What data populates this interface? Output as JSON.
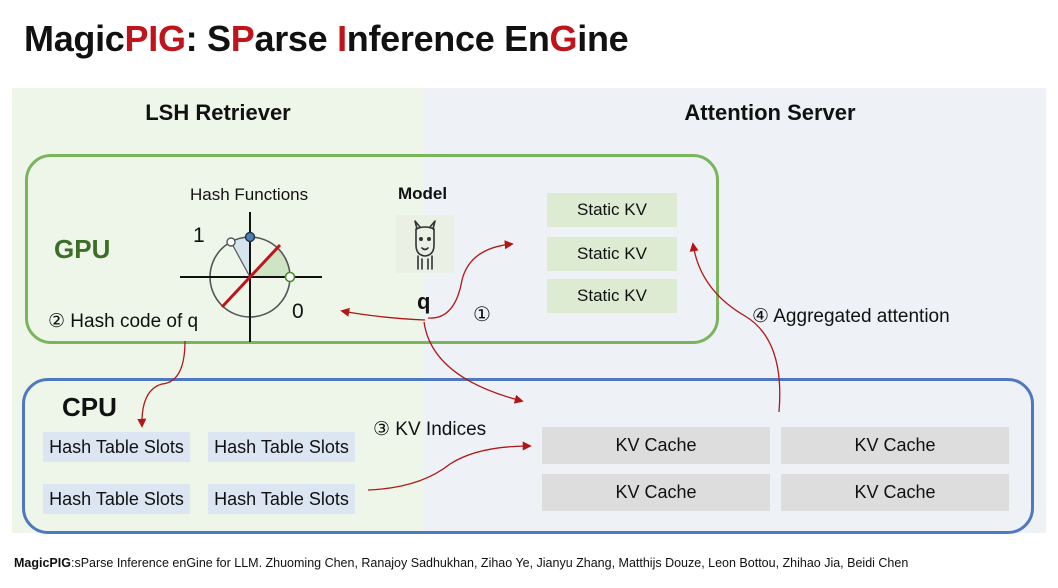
{
  "title": {
    "p1": "Magic",
    "p2": "PIG",
    "p3": ": S",
    "p4": "P",
    "p5": "arse ",
    "p6": "I",
    "p7": "nference En",
    "p8": "G",
    "p9": "ine"
  },
  "headers": {
    "left": "LSH Retriever",
    "right": "Attention Server"
  },
  "gpu": {
    "label": "GPU",
    "hash_functions_label": "Hash Functions",
    "axis_one": "1",
    "axis_zero": "0",
    "model_label": "Model",
    "q_label": "q",
    "step1": "①",
    "step2": "② Hash code of q",
    "static_kv": [
      "Static KV",
      "Static KV",
      "Static KV"
    ]
  },
  "step4": "④ Aggregated attention",
  "cpu": {
    "label": "CPU",
    "step3": "③ KV Indices",
    "hash_slots": [
      "Hash Table Slots",
      "Hash Table Slots",
      "Hash Table Slots",
      "Hash Table Slots"
    ],
    "kv_cache": [
      "KV Cache",
      "KV Cache",
      "KV Cache",
      "KV Cache"
    ]
  },
  "footer": {
    "bold": "MagicPIG",
    "rest": ":sParse Inference enGine for LLM. Zhuoming Chen, Ranajoy Sadhukhan, Zihao Ye, Jianyu Zhang, Matthijs Douze, Leon Bottou, Zhihao Jia, Beidi Chen"
  },
  "colors": {
    "accent_red": "#c0141c",
    "gpu_border": "#7ab55c",
    "cpu_border": "#4f78c0",
    "arrow": "#b01818"
  },
  "icons": {
    "model": "llama-icon"
  }
}
